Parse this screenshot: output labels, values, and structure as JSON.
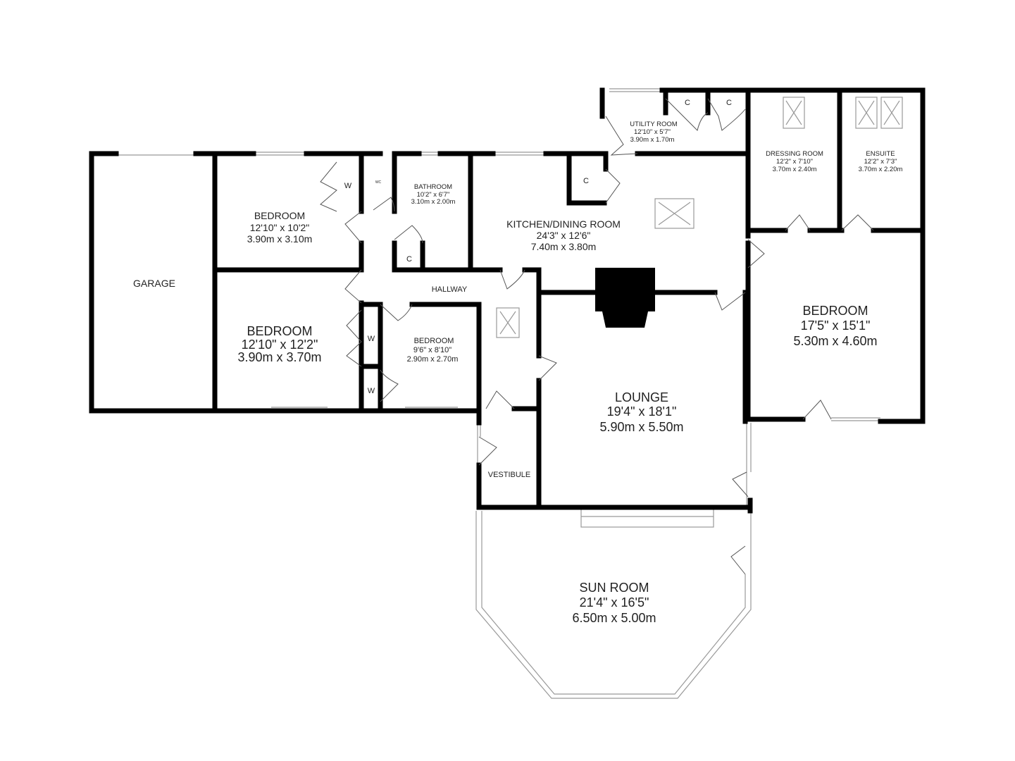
{
  "rooms": {
    "garage": {
      "name": "GARAGE"
    },
    "bedroom1": {
      "name": "BEDROOM",
      "imperial": "12'10\"  x 10'2\"",
      "metric": "3.90m  x 3.10m"
    },
    "bedroom2": {
      "name": "BEDROOM",
      "imperial": "12'10\"  x 12'2\"",
      "metric": "3.90m  x 3.70m"
    },
    "bedroom3": {
      "name": "BEDROOM",
      "imperial": "9'6\"  x 8'10\"",
      "metric": "2.90m  x 2.70m"
    },
    "wc": {
      "name": "WC"
    },
    "bathroom": {
      "name": "BATHROOM",
      "imperial": "10'2\"  x 6'7\"",
      "metric": "3.10m  x 2.00m"
    },
    "hallway": {
      "name": "HALLWAY"
    },
    "kitchen": {
      "name": "KITCHEN/DINING ROOM",
      "imperial": "24'3\"  x 12'6\"",
      "metric": "7.40m  x 3.80m"
    },
    "utility": {
      "name": "UTILITY ROOM",
      "imperial": "12'10\"  x 5'7\"",
      "metric": "3.90m  x 1.70m"
    },
    "dressing": {
      "name": "DRESSING ROOM",
      "imperial": "12'2\"  x 7'10\"",
      "metric": "3.70m  x 2.40m"
    },
    "ensuite": {
      "name": "ENSUITE",
      "imperial": "12'2\"  x 7'3\"",
      "metric": "3.70m  x 2.20m"
    },
    "bedroom4": {
      "name": "BEDROOM",
      "imperial": "17'5\"  x 15'1\"",
      "metric": "5.30m  x 4.60m"
    },
    "lounge": {
      "name": "LOUNGE",
      "imperial": "19'4\"  x 18'1\"",
      "metric": "5.90m  x 5.50m"
    },
    "vestibule": {
      "name": "VESTIBULE"
    },
    "sunroom": {
      "name": "SUN ROOM",
      "imperial": "21'4\"  x 16'5\"",
      "metric": "6.50m  x 5.00m"
    }
  },
  "labels": {
    "cupboard": "C",
    "wardrobe": "W"
  }
}
